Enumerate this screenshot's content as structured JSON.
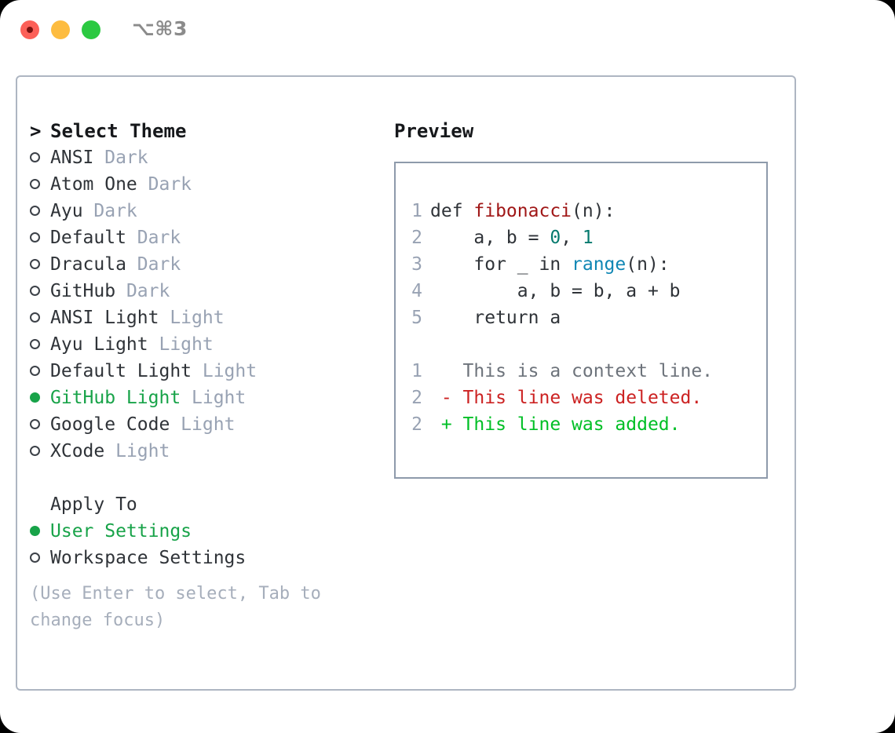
{
  "window": {
    "shortcut": "⌥⌘3",
    "traffic_lights": [
      "close",
      "minimize",
      "zoom"
    ]
  },
  "theme_picker": {
    "heading": "Select Theme",
    "heading_prefix": ">",
    "selected": "GitHub Light",
    "items": [
      {
        "name": "ANSI",
        "variant": "Dark",
        "selected": false
      },
      {
        "name": "Atom One",
        "variant": "Dark",
        "selected": false
      },
      {
        "name": "Ayu",
        "variant": "Dark",
        "selected": false
      },
      {
        "name": "Default",
        "variant": "Dark",
        "selected": false
      },
      {
        "name": "Dracula",
        "variant": "Dark",
        "selected": false
      },
      {
        "name": "GitHub",
        "variant": "Dark",
        "selected": false
      },
      {
        "name": "ANSI Light",
        "variant": "Light",
        "selected": false
      },
      {
        "name": "Ayu Light",
        "variant": "Light",
        "selected": false
      },
      {
        "name": "Default Light",
        "variant": "Light",
        "selected": false
      },
      {
        "name": "GitHub Light",
        "variant": "Light",
        "selected": true
      },
      {
        "name": "Google Code",
        "variant": "Light",
        "selected": false
      },
      {
        "name": "XCode",
        "variant": "Light",
        "selected": false
      }
    ]
  },
  "apply_to": {
    "title": "Apply To",
    "selected": "User Settings",
    "options": [
      {
        "name": "User Settings",
        "selected": true
      },
      {
        "name": "Workspace Settings",
        "selected": false
      }
    ]
  },
  "hint": "(Use Enter to select, Tab to change focus)",
  "preview": {
    "title": "Preview",
    "code_lines": [
      {
        "no": "1",
        "indent": "",
        "segments": [
          {
            "t": "def ",
            "cls": "plain"
          },
          {
            "t": "fibonacci",
            "cls": "tok-fn"
          },
          {
            "t": "(n):",
            "cls": "plain"
          }
        ]
      },
      {
        "no": "2",
        "indent": "    ",
        "segments": [
          {
            "t": "a, b = ",
            "cls": "plain"
          },
          {
            "t": "0",
            "cls": "tok-num"
          },
          {
            "t": ", ",
            "cls": "plain"
          },
          {
            "t": "1",
            "cls": "tok-num"
          }
        ]
      },
      {
        "no": "3",
        "indent": "    ",
        "segments": [
          {
            "t": "for _ in ",
            "cls": "plain"
          },
          {
            "t": "range",
            "cls": "tok-call"
          },
          {
            "t": "(n):",
            "cls": "plain"
          }
        ]
      },
      {
        "no": "4",
        "indent": "        ",
        "segments": [
          {
            "t": "a, b = b, a + b",
            "cls": "plain"
          }
        ]
      },
      {
        "no": "5",
        "indent": "    ",
        "segments": [
          {
            "t": "return a",
            "cls": "plain"
          }
        ]
      }
    ],
    "diff_lines": [
      {
        "no": "1",
        "sign": " ",
        "text": "This is a context line.",
        "cls": "diff-ctx"
      },
      {
        "no": "2",
        "sign": "-",
        "text": "This line was deleted.",
        "cls": "diff-del"
      },
      {
        "no": "2",
        "sign": "+",
        "text": "This line was added.",
        "cls": "diff-add"
      }
    ]
  },
  "colors": {
    "selection_green": "#18a349",
    "variant_gray": "#98a2b3",
    "border": "#aeb6c2",
    "diff_added": "#00bf26",
    "diff_removed": "#cc2222",
    "function_name": "#a01717",
    "number_literal": "#067a6e",
    "builtin_call": "#0f86b4"
  }
}
